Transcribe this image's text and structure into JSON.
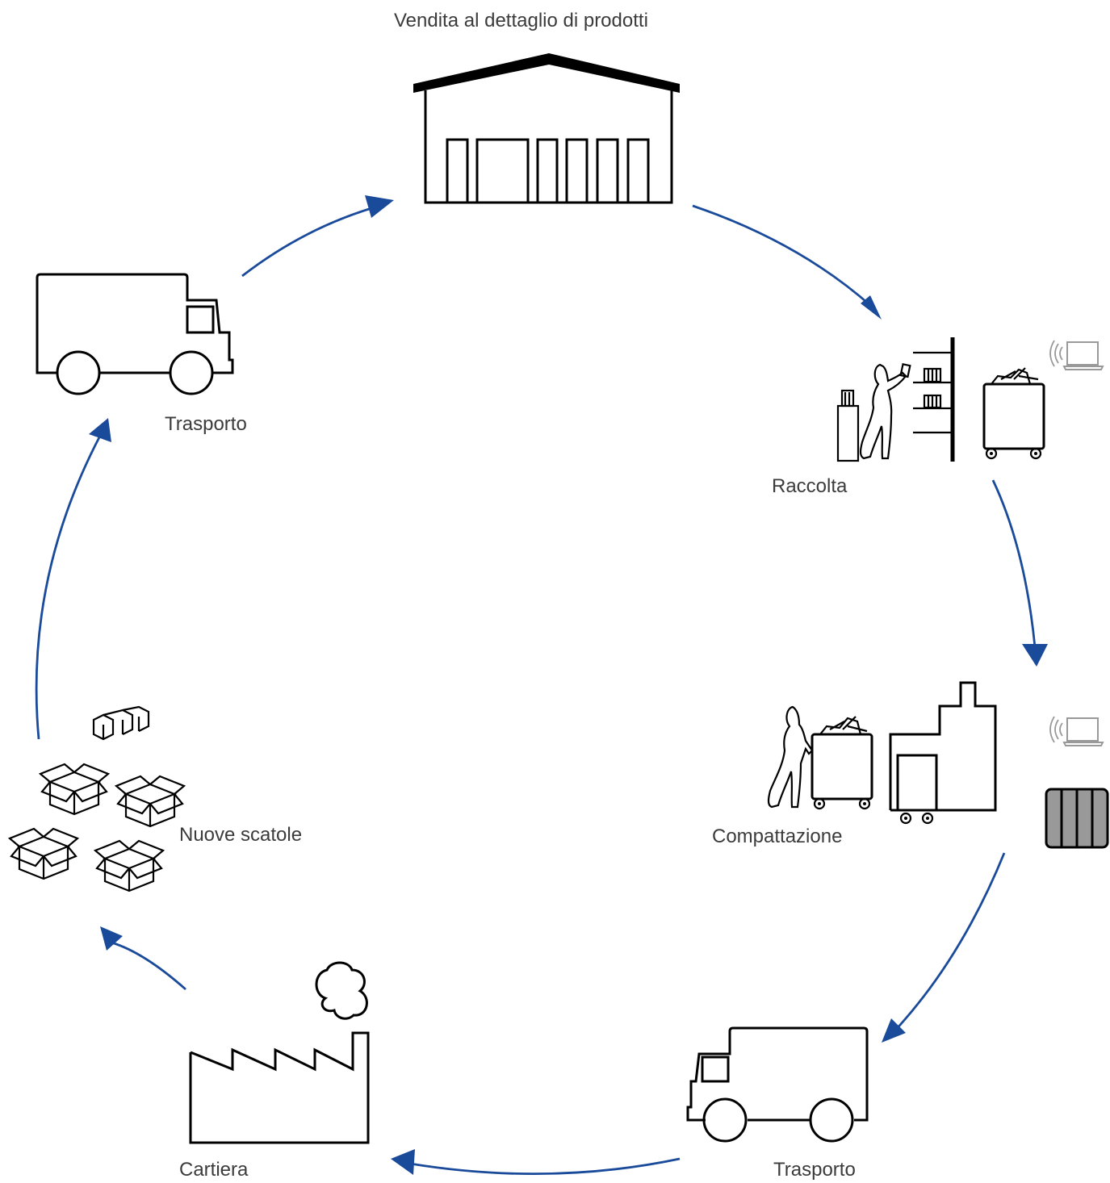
{
  "stages": {
    "retail": "Vendita al dettaglio di prodotti",
    "collection": "Raccolta",
    "compaction": "Compattazione",
    "transport_bottom": "Trasporto",
    "paper_mill": "Cartiera",
    "new_boxes": "Nuove scatole",
    "transport_top": "Trasporto"
  },
  "colors": {
    "arrow": "#1a4a9a",
    "icon": "#000000",
    "label": "#3b3b3b",
    "bale_fill": "#999999"
  },
  "icons": [
    "warehouse-icon",
    "collection-icon",
    "wifi-laptop-icon",
    "compaction-icon",
    "bale-icon",
    "truck-icon",
    "factory-icon",
    "boxes-icon"
  ]
}
